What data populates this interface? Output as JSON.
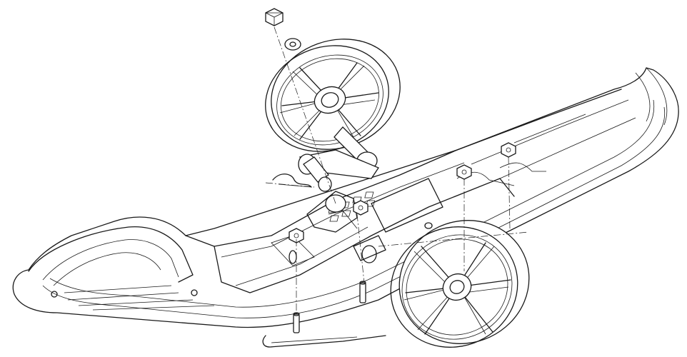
{
  "figure": {
    "kind": "exploded-view technical line drawing",
    "stroke_color": "#1a1a1a",
    "background_color": "#ffffff",
    "parts": [
      {
        "id": "ski-body",
        "icon": "ski-outline"
      },
      {
        "id": "upper-wheel",
        "icon": "spoked-wheel"
      },
      {
        "id": "lower-wheel",
        "icon": "spoked-wheel"
      },
      {
        "id": "hex-nut",
        "icon": "hex-nut"
      },
      {
        "id": "washer",
        "icon": "washer"
      },
      {
        "id": "axle-pin",
        "icon": "cylinder-pin"
      },
      {
        "id": "hairpin-clip",
        "icon": "r-clip"
      },
      {
        "id": "lower-clip",
        "icon": "r-clip"
      },
      {
        "id": "bolt-pins",
        "icon": "dowel-pins"
      }
    ]
  }
}
